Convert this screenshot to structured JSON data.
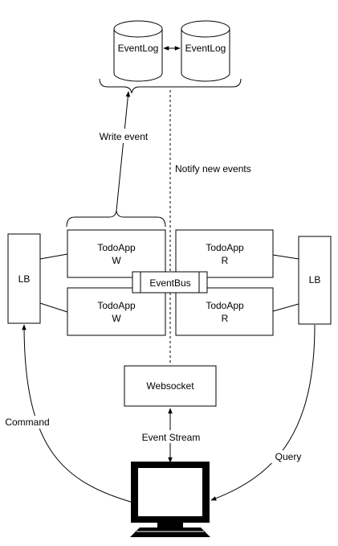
{
  "event_logs": [
    {
      "label": "EventLog"
    },
    {
      "label": "EventLog"
    }
  ],
  "load_balancers": [
    {
      "label": "LB"
    },
    {
      "label": "LB"
    }
  ],
  "todo_apps": [
    {
      "line1": "TodoApp",
      "line2": "W"
    },
    {
      "line1": "TodoApp",
      "line2": "W"
    },
    {
      "line1": "TodoApp",
      "line2": "R"
    },
    {
      "line1": "TodoApp",
      "line2": "R"
    }
  ],
  "event_bus": {
    "label": "EventBus"
  },
  "websocket": {
    "label": "Websocket"
  },
  "edge_labels": {
    "write_event": "Write event",
    "notify_new_events": "Notify new events",
    "command": "Command",
    "event_stream": "Event Stream",
    "query": "Query"
  },
  "colors": {
    "stroke": "#000000",
    "background": "#ffffff"
  },
  "icons": {
    "client": "monitor-icon"
  }
}
